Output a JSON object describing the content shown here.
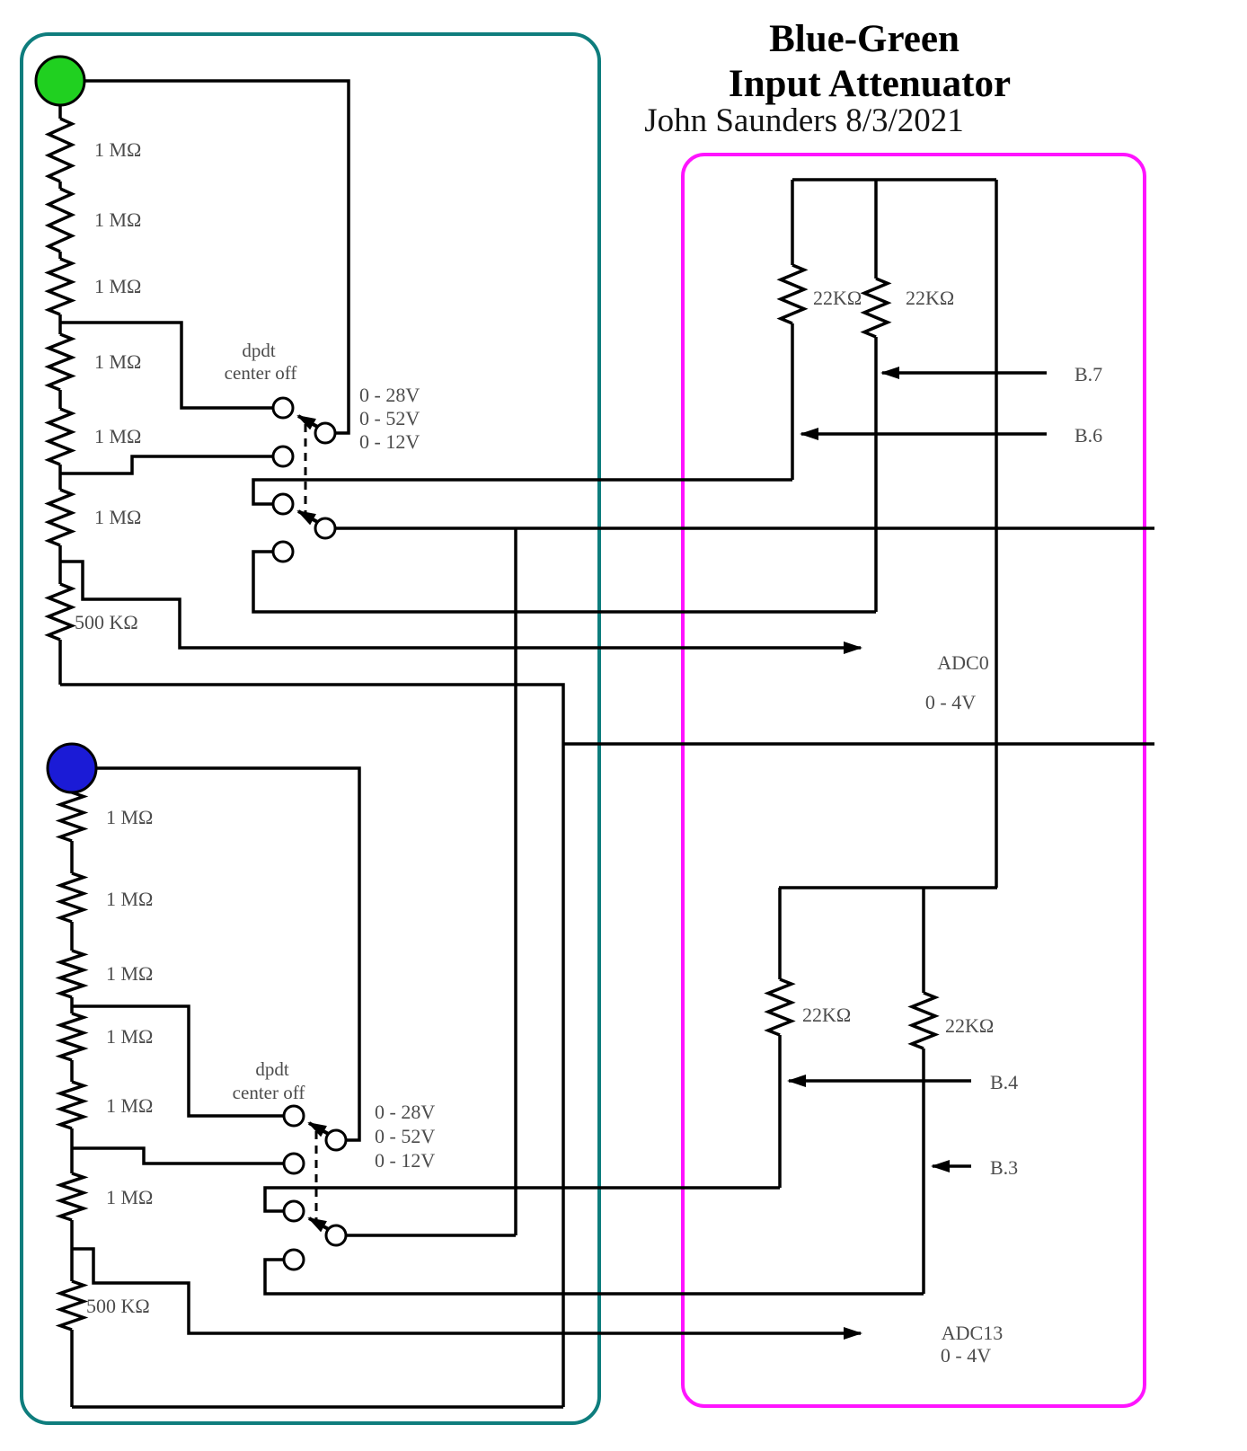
{
  "title": {
    "line1": "Blue-Green",
    "line2": "Input Attenuator",
    "byline": "John Saunders  8/3/2021"
  },
  "colors": {
    "teal_border": "#0e7d7d",
    "magenta_border": "#ff14ff",
    "green_terminal": "#20d020",
    "blue_terminal": "#1b1bd6",
    "wire": "#000000",
    "annotation": "#4c4c4c"
  },
  "upper": {
    "resistors": [
      "1 MΩ",
      "1 MΩ",
      "1 MΩ",
      "1 MΩ",
      "1 MΩ",
      "1 MΩ"
    ],
    "bottom_resistor": "500 KΩ",
    "switch": {
      "type": "dpdt",
      "mode": "center off",
      "ranges": [
        "0 - 28V",
        "0 - 52V",
        "0 - 12V"
      ]
    },
    "divider_resistors": [
      "22KΩ",
      "22KΩ"
    ],
    "gpio": [
      "B.7",
      "B.6"
    ],
    "adc": {
      "name": "ADC0",
      "range": "0 - 4V"
    }
  },
  "lower": {
    "resistors": [
      "1 MΩ",
      "1 MΩ",
      "1 MΩ",
      "1 MΩ",
      "1 MΩ",
      "1 MΩ"
    ],
    "bottom_resistor": "500 KΩ",
    "switch": {
      "type": "dpdt",
      "mode": "center off",
      "ranges": [
        "0 - 28V",
        "0 - 52V",
        "0 - 12V"
      ]
    },
    "divider_resistors": [
      "22KΩ",
      "22KΩ"
    ],
    "gpio": [
      "B.4",
      "B.3"
    ],
    "adc": {
      "name": "ADC13",
      "range": "0 - 4V"
    }
  }
}
